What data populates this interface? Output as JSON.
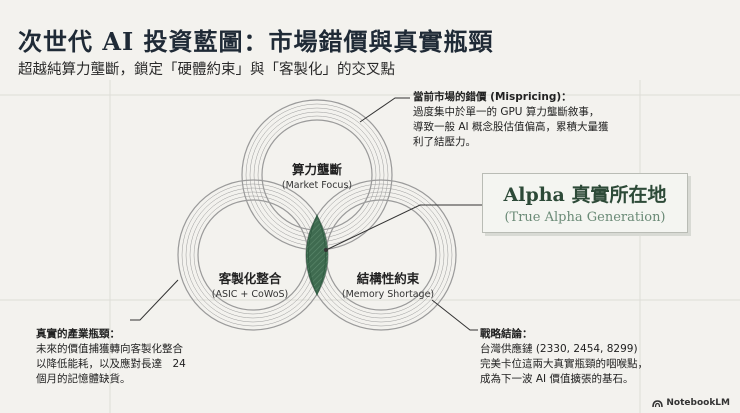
{
  "header": {
    "title": "次世代 AI 投資藍圖：市場錯價與真實瓶頸",
    "subtitle": "超越純算力壟斷，鎖定「硬體約束」與「客製化」的交叉點"
  },
  "circles": {
    "top": {
      "label": "算力壟斷",
      "sub": "(Market Focus)"
    },
    "left": {
      "label": "客製化整合",
      "sub": "(ASIC + CoWoS)"
    },
    "right": {
      "label": "結構性約束",
      "sub": "(Memory Shortage)"
    }
  },
  "alpha": {
    "title": "Alpha 真實所在地",
    "subtitle": "(True Alpha Generation)"
  },
  "notes": {
    "top": {
      "heading": "當前市場的錯價 (Mispricing)：",
      "body": "過度集中於單一的 GPU 算力壟斷敘事，\n導致一般 AI 概念股估值偏高，累積大量獲\n利了結壓力。"
    },
    "left": {
      "heading": "真實的產業瓶頸：",
      "body": "未來的價值捕獲轉向客製化整合\n以降低能耗，以及應對長達　24\n個月的記憶體缺貨。"
    },
    "right": {
      "heading": "戰略結論：",
      "body": "台灣供應鏈 (2330, 2454, 8299)\n完美卡位這兩大真實瓶頸的咽喉點，\n成為下一波 AI 價值擴張的基石。"
    }
  },
  "colors": {
    "accent": "#3f6b50",
    "ring": "#9a9a9a",
    "title": "#1f2a36"
  },
  "brand": {
    "name": "NotebookLM",
    "icon": "notebooklm-logo-icon"
  }
}
